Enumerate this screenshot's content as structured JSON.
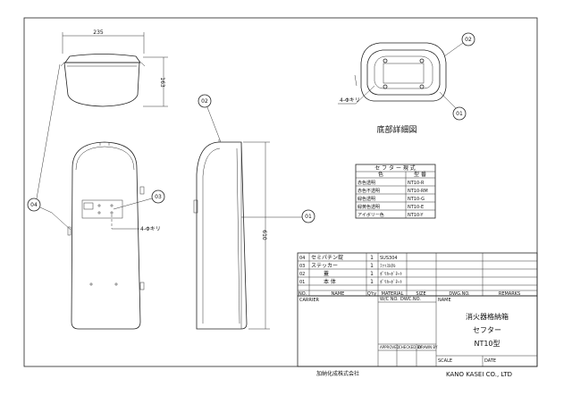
{
  "dimensions": {
    "width": "235",
    "height": "163",
    "total": "610"
  },
  "balloons": {
    "b01": "01",
    "b02": "02",
    "b03": "03",
    "b04": "04"
  },
  "notes": {
    "bottom_screws": "4-Φキリ",
    "front_screws": "4-Φキリ"
  },
  "bottom_view_title": "底部詳細図",
  "color_table": {
    "title": "セ フ タ ー 現 式",
    "headers": [
      "色",
      "型 番"
    ],
    "rows": [
      [
        "赤色透明",
        "NT10-R"
      ],
      [
        "赤色不透明",
        "NT10-RM"
      ],
      [
        "緑色透明",
        "NT10-G"
      ],
      [
        "緑黄色透明",
        "NT10-E"
      ],
      [
        "アイボリー色",
        "NT10-Y"
      ]
    ]
  },
  "parts_list": {
    "rows": [
      {
        "no": "04",
        "name": "セミパチン錠",
        "qty": "1",
        "material": "SUS304"
      },
      {
        "no": "03",
        "name": "ステッカー",
        "qty": "1",
        "material": "ﾌｧｯｽﾙﾀﾙ"
      },
      {
        "no": "02",
        "name": "蓋",
        "qty": "1",
        "material": "ﾎﾟﾘｶｰﾎﾞﾈｰﾄ"
      },
      {
        "no": "01",
        "name": "本 体",
        "qty": "1",
        "material": "ﾎﾟﾘｶｰﾎﾞﾈｰﾄ"
      }
    ],
    "headers": {
      "no": "NO.",
      "name": "NAME",
      "qty": "Q'ty",
      "material": "MATERIAL",
      "size": "SIZE",
      "dwg": "DWG.NO.",
      "remarks": "REMARKS"
    }
  },
  "title_block": {
    "carrier_label": "CARRIER",
    "wo_label": "W/C NO.",
    "dwc_label": "DWC.NO.",
    "name_label": "NAME",
    "approved": "APPROVED",
    "checked": "CHECKED BY",
    "drawn": "DRAWN BY",
    "scale": "SCALE",
    "date": "DATE",
    "product_name": "消火器格納箱",
    "product_series": "セフター",
    "product_model": "NT10型"
  },
  "footer": {
    "company_jp": "加納化成株式会社",
    "company_en": "KANO KASEI CO., LTD"
  }
}
